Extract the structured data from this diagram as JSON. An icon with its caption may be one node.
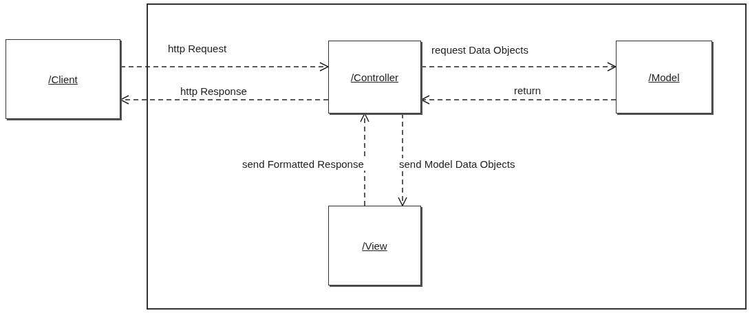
{
  "diagram": {
    "nodes": [
      {
        "text": [
          "/Client"
        ]
      },
      {
        "text": [],
        "shape": "box"
      },
      {
        "text": [
          "/Controller"
        ],
        "in": 1
      },
      {
        "text": [
          "/Model"
        ],
        "in": 1
      },
      {
        "text": [
          "/View"
        ],
        "in": 1
      }
    ],
    "edges": [
      {
        "from": 0,
        "to": 2,
        "arrow": "to",
        "label": "http Request",
        "style": "dashed"
      },
      {
        "from": 2,
        "to": 0,
        "arrow": "to",
        "label": "http Response",
        "style": "dashed"
      },
      {
        "from": 2,
        "to": 3,
        "arrow": "to",
        "label": "request Data Objects",
        "style": "dashed"
      },
      {
        "from": 3,
        "to": 2,
        "arrow": "to",
        "label": "return",
        "style": "dashed"
      },
      {
        "from": 4,
        "to": 2,
        "arrow": "to",
        "label": "send Formatted Response",
        "style": "dashed"
      },
      {
        "from": 2,
        "to": 4,
        "arrow": "to",
        "label": "send Model Data Objects",
        "style": "dashed"
      }
    ]
  }
}
